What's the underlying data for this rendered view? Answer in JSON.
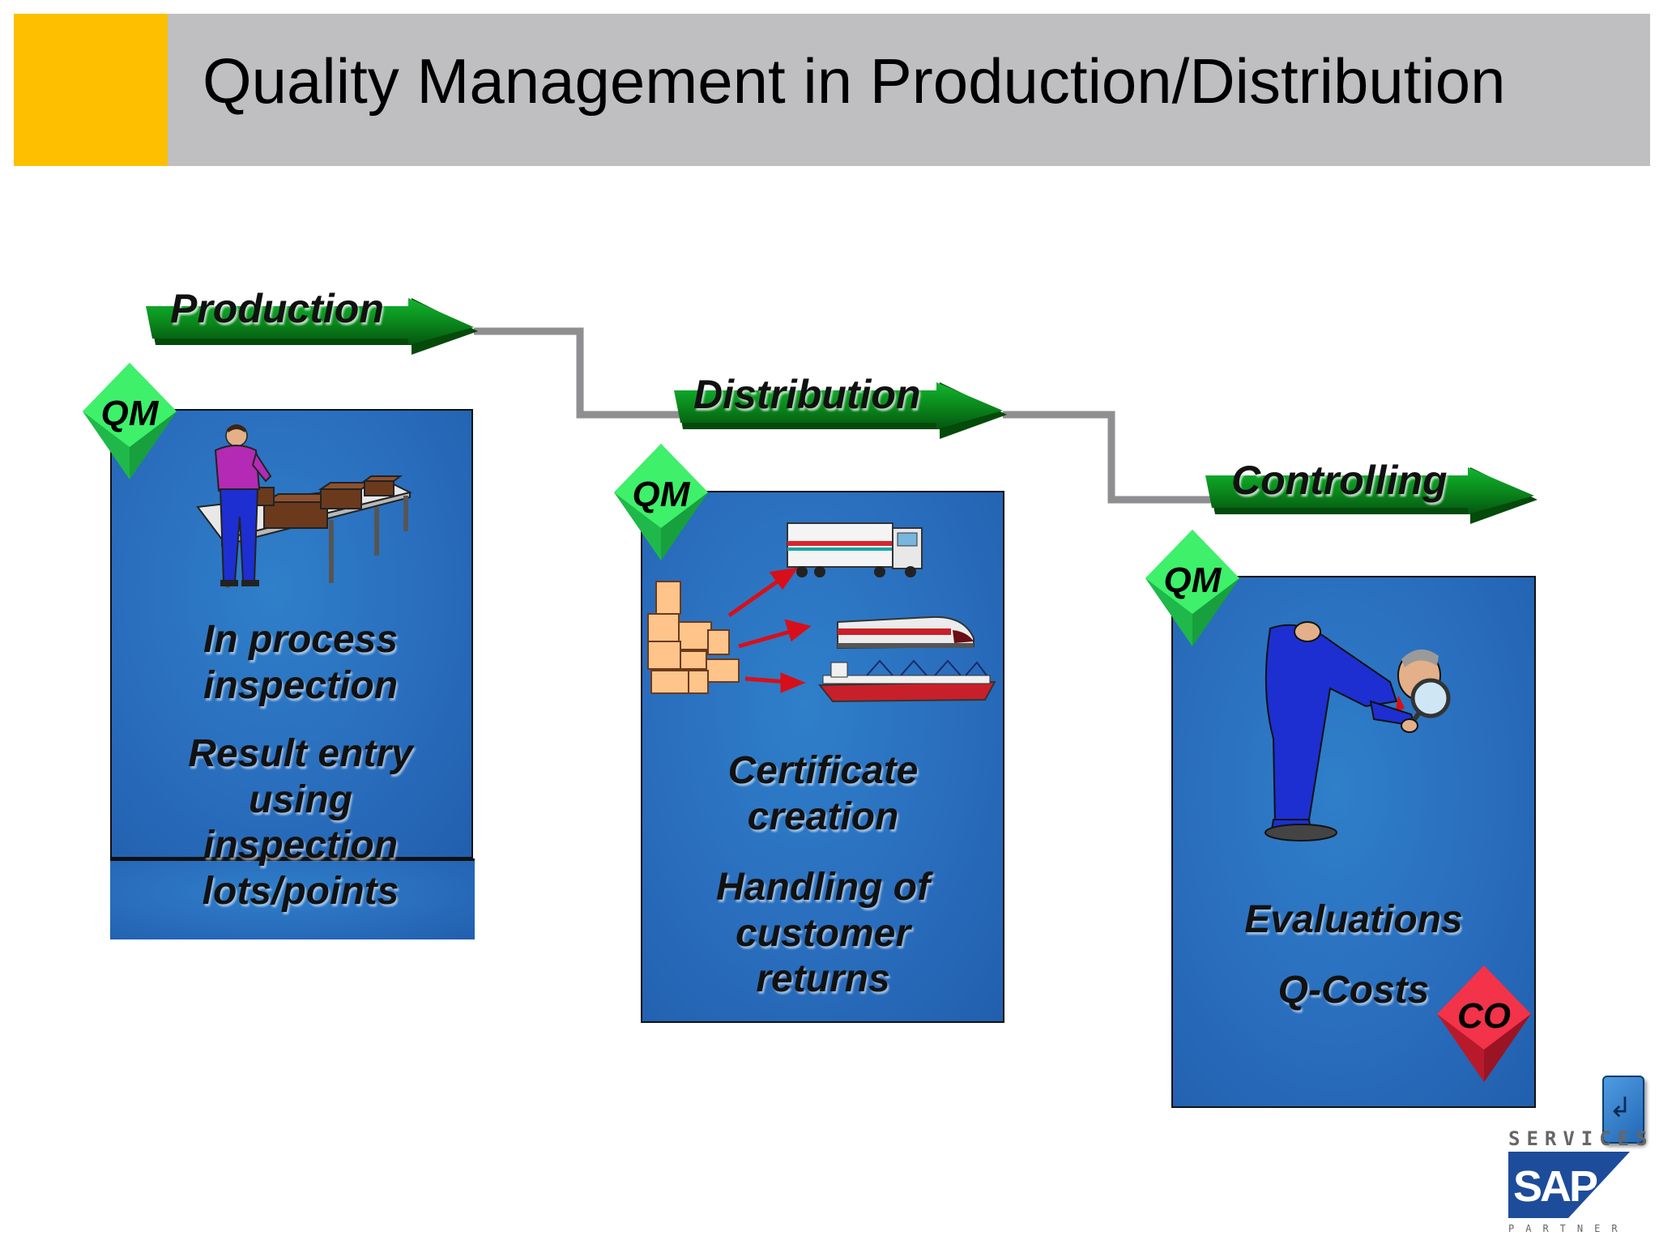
{
  "header": {
    "title": "Quality Management in Production/Distribution"
  },
  "stages": {
    "production": {
      "label": "Production",
      "badge": "QM",
      "items": [
        "In process inspection",
        "Result entry using inspection lots/points"
      ]
    },
    "distribution": {
      "label": "Distribution",
      "badge": "QM",
      "items": [
        "Certificate creation",
        "Handling of customer returns"
      ]
    },
    "controlling": {
      "label": "Controlling",
      "badge": "QM",
      "items": [
        "Evaluations",
        "Q-Costs"
      ],
      "co_badge": "CO"
    }
  },
  "logo": {
    "services": "SERVICES",
    "brand": "SAP",
    "partner": "PARTNER"
  },
  "colors": {
    "accent": "#fdbf00",
    "title_bar": "#bfbec0",
    "panel": "#2a6fbe",
    "arrow": "#0a8a1c",
    "qm_badge": "#3ef06a",
    "co_badge": "#f2334a"
  },
  "icons": {
    "return": "return-arrow-icon"
  }
}
